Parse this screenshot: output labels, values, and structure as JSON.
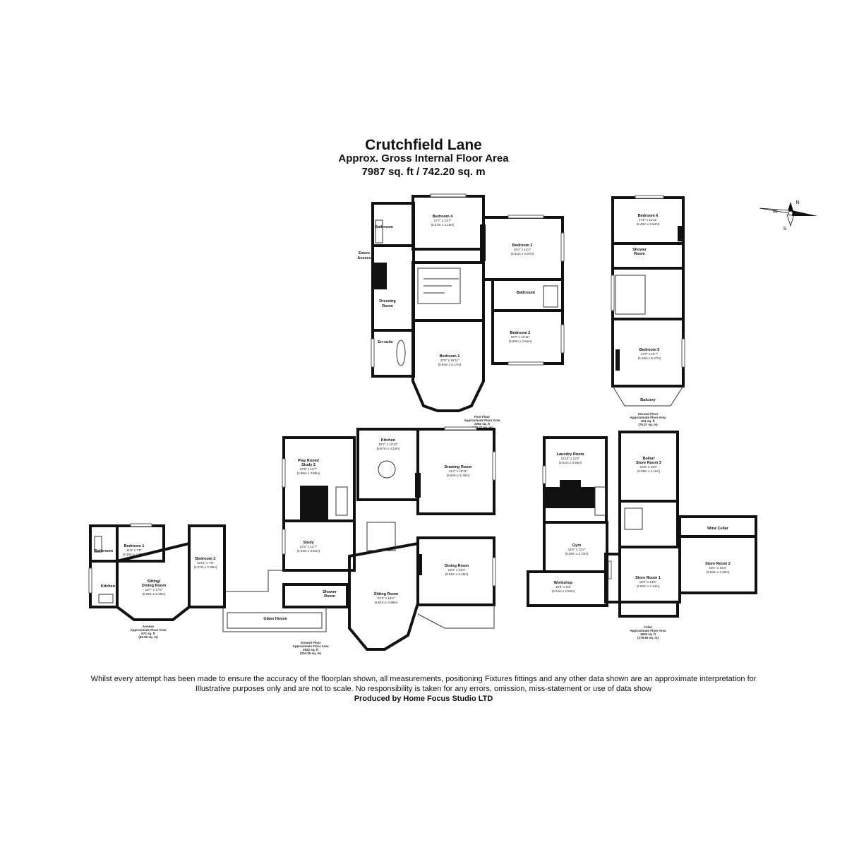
{
  "header": {
    "title": "Crutchfield Lane",
    "subtitle": "Approx. Gross Internal Floor Area",
    "total_area": "7987 sq. ft / 742.20 sq. m"
  },
  "footer": {
    "disclaimer_line1": "Whilst every attempt has been made to ensure the accuracy of the floorplan shown, all measurements, positioning Fixtures fittings and any other data shown are an approximate interpretation for",
    "disclaimer_line2": "Illustrative purposes only  and are not to scale. No responsibility is taken for any errors, omission, miss-statement or use of data show",
    "producer": "Produced by Home Focus Studio LTD"
  },
  "compass": {
    "n": "N",
    "e": "E",
    "s": "S",
    "w": "W"
  },
  "rooms": {
    "first_bathroom": {
      "name": "Bathroom"
    },
    "bedroom4": {
      "name": "Bedroom 4",
      "imperial": "17'7\" x 13'7\"",
      "metric": "(5.37m x 4.16m)"
    },
    "bedroom3": {
      "name": "Bedroom 3",
      "imperial": "19'4\" x 14'4\"",
      "metric": "(5.91m x 4.37m)"
    },
    "eaves": {
      "name1": "Eaves",
      "name2": "Access"
    },
    "dressing": {
      "name1": "Dressing",
      "name2": "Room"
    },
    "bathroom_mid": {
      "name": "Bathroom"
    },
    "ensuite": {
      "name": "En-suite"
    },
    "bedroom1": {
      "name": "Bedroom 1",
      "imperial": "22'5\" x 16'11\"",
      "metric": "(6.84m x 5.17m)"
    },
    "bedroom2": {
      "name": "Bedroom 2",
      "imperial": "19'7\" x 12'11\"",
      "metric": "(5.99m x 3.94m)"
    },
    "bedroom6": {
      "name": "Bedroom 6",
      "imperial": "17'8\" x 11'11\"",
      "metric": "(5.40m x 3.64m)"
    },
    "shower2": {
      "name1": "Shower",
      "name2": "Room"
    },
    "bedroom5": {
      "name": "Bedroom 5",
      "imperial": "17'0\" x 16'7\"",
      "metric": "(5.19m x 5.07m)"
    },
    "balcony": {
      "name": "Balcony"
    },
    "kitchen": {
      "name": "Kitchen",
      "imperial": "18'7\" x 13'10\"",
      "metric": "(5.67m x 4.22m)"
    },
    "playroom": {
      "name1": "Play Room/",
      "name2": "Study 2",
      "imperial": "12'8\" x 12'7\"",
      "metric": "(3.88m x 3.85m)"
    },
    "drawing": {
      "name": "Drawing Room",
      "imperial": "21'4\" x 18'11\"",
      "metric": "(6.53m x 5.79m)"
    },
    "study": {
      "name": "Study",
      "imperial": "13'3\" x 12'7\"",
      "metric": "(4.04m x 3.84m)"
    },
    "dining": {
      "name": "Dining Room",
      "imperial": "19'0\" x 14'0\"",
      "metric": "(5.81m x 4.28m)"
    },
    "sitting": {
      "name": "Sitting Room",
      "imperial": "22'4\" x 16'4\"",
      "metric": "(6.81m x 4.98m)"
    },
    "shower_gf": {
      "name1": "Shower",
      "name2": "Room"
    },
    "glasshouse": {
      "name": "Glass House"
    },
    "annex_bath": {
      "name": "Bathroom"
    },
    "annex_bed1": {
      "name": "Bedroom 1",
      "imperial": "11'5\" x 7'8\"",
      "metric": "(3.48m x 2.35m)"
    },
    "annex_bed2": {
      "name": "Bedroom 2",
      "imperial": "19'11\" x 7'9\"",
      "metric": "(6.07m x 2.38m)"
    },
    "annex_sitting": {
      "name1": "Sitting/",
      "name2": "Dining Room",
      "imperial": "18'7\" x 17'8\"",
      "metric": "(5.68m x 5.40m)"
    },
    "annex_kitchen": {
      "name": "Kitchen"
    },
    "laundry": {
      "name": "Laundry Room",
      "imperial": "11'10\" x 11'8\"",
      "metric": "(3.61m x 3.56m)"
    },
    "boiler": {
      "name1": "Boiler/",
      "name2": "Store Room 3",
      "imperial": "16'8\" x 13'5\"",
      "metric": "(5.09m x 4.11m)"
    },
    "winecellar": {
      "name": "Wine Cellar"
    },
    "gym": {
      "name": "Gym",
      "imperial": "16'6\" x 12'2\"",
      "metric": "(5.05m x 3.72m)"
    },
    "store2": {
      "name": "Store Room 2",
      "imperial": "19'1\" x 14'3\"",
      "metric": "(5.83m x 4.35m)"
    },
    "workshop": {
      "name": "Workshop",
      "imperial": "19'9\" x 8'3\"",
      "metric": "(6.04m x 2.52m)"
    },
    "store1": {
      "name": "Store Room 1",
      "imperial": "16'0\" x 13'6\"",
      "metric": "(4.90m x 4.14m)"
    }
  },
  "floor_areas": {
    "first": {
      "l1": "First Floor",
      "l2": "Approximate Floor Area",
      "l3": "2082 sq. ft",
      "l4": "(193.47 sq. m)"
    },
    "second": {
      "l1": "Second Floor",
      "l2": "Approximate Floor Area",
      "l3": "811 sq. ft",
      "l4": "(75.37 sq. m)"
    },
    "ground": {
      "l1": "Ground Floor",
      "l2": "Approximate Floor Area",
      "l3": "2522 sq. ft",
      "l4": "(234.36 sq. m)"
    },
    "annexe": {
      "l1": "Annexe",
      "l2": "Approximate Floor Area",
      "l3": "672 sq. ft",
      "l4": "(62.50 sq. m)"
    },
    "cellar": {
      "l1": "Cellar",
      "l2": "Approximate Floor Area",
      "l3": "1900 sq. ft",
      "l4": "(176.60 sq. m)"
    }
  }
}
